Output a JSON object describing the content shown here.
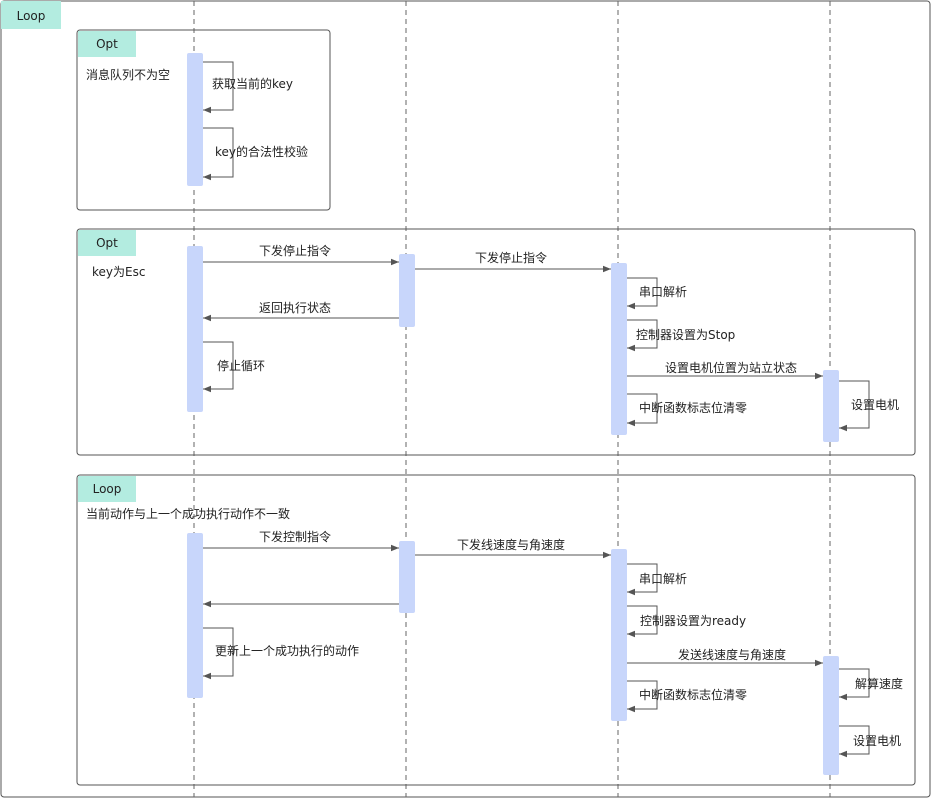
{
  "colors": {
    "frame_tag": "#b3ece0",
    "activation": "#c8d6fb",
    "line": "#555555",
    "lifeline": "#666666"
  },
  "frames": [
    {
      "id": "loop-outer",
      "tag": "Loop",
      "condition": ""
    },
    {
      "id": "opt-1",
      "tag": "Opt",
      "condition": "消息队列不为空"
    },
    {
      "id": "opt-2",
      "tag": "Opt",
      "condition": "key为Esc"
    },
    {
      "id": "loop-inner",
      "tag": "Loop",
      "condition": "当前动作与上一个成功执行动作不一致"
    }
  ],
  "messages": [
    {
      "id": "m1",
      "label": "获取当前的key"
    },
    {
      "id": "m2",
      "label": "key的合法性校验"
    },
    {
      "id": "m3",
      "label": "下发停止指令"
    },
    {
      "id": "m4",
      "label": "下发停止指令"
    },
    {
      "id": "m5",
      "label": "串口解析"
    },
    {
      "id": "m6",
      "label": "返回执行状态"
    },
    {
      "id": "m7",
      "label": "控制器设置为Stop"
    },
    {
      "id": "m8",
      "label": "停止循环"
    },
    {
      "id": "m9",
      "label": "设置电机位置为站立状态"
    },
    {
      "id": "m10",
      "label": "设置电机"
    },
    {
      "id": "m11",
      "label": "中断函数标志位清零"
    },
    {
      "id": "m12",
      "label": "下发控制指令"
    },
    {
      "id": "m13",
      "label": "下发线速度与角速度"
    },
    {
      "id": "m14",
      "label": "串口解析"
    },
    {
      "id": "m15",
      "label": ""
    },
    {
      "id": "m16",
      "label": "控制器设置为ready"
    },
    {
      "id": "m17",
      "label": "更新上一个成功执行的动作"
    },
    {
      "id": "m18",
      "label": "发送线速度与角速度"
    },
    {
      "id": "m19",
      "label": "解算速度"
    },
    {
      "id": "m20",
      "label": "中断函数标志位清零"
    },
    {
      "id": "m21",
      "label": "设置电机"
    }
  ]
}
